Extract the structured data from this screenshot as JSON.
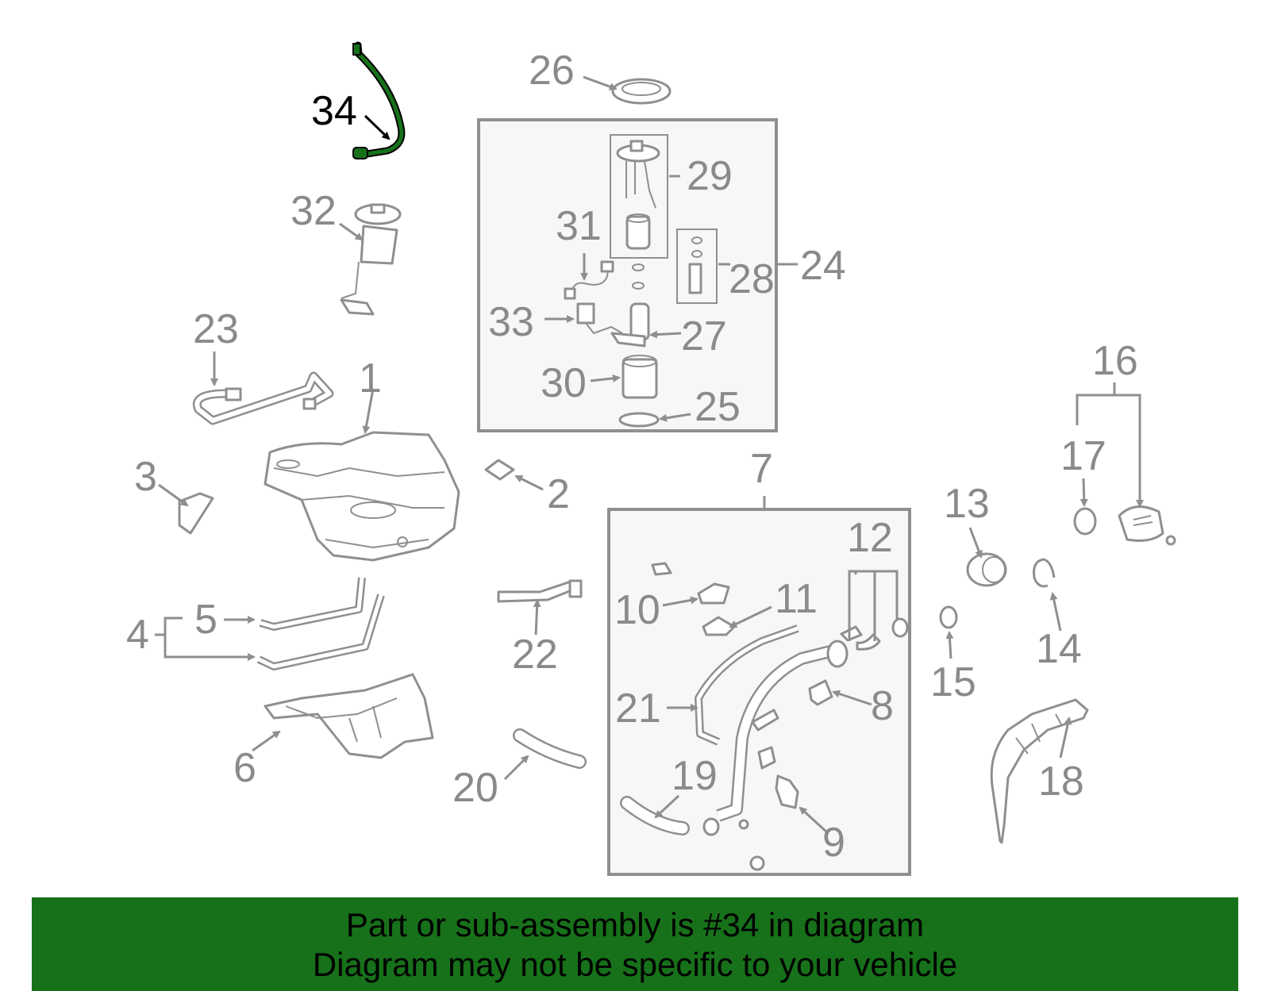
{
  "highlight": {
    "part_number": "34",
    "color": "#17711a"
  },
  "callouts": {
    "c1": "1",
    "c2": "2",
    "c3": "3",
    "c4": "4",
    "c5": "5",
    "c6": "6",
    "c7": "7",
    "c8": "8",
    "c9": "9",
    "c10": "10",
    "c11": "11",
    "c12": "12",
    "c13": "13",
    "c14": "14",
    "c15": "15",
    "c16": "16",
    "c17": "17",
    "c18": "18",
    "c19": "19",
    "c20": "20",
    "c21": "21",
    "c22": "22",
    "c23": "23",
    "c24": "24",
    "c25": "25",
    "c26": "26",
    "c27": "27",
    "c28": "28",
    "c29": "29",
    "c30": "30",
    "c31": "31",
    "c32": "32",
    "c33": "33",
    "c34": "34"
  },
  "banner": {
    "line1": "Part or sub-assembly is #34 in diagram",
    "line2": "Diagram may not be specific to your vehicle",
    "background": "#17711a"
  }
}
